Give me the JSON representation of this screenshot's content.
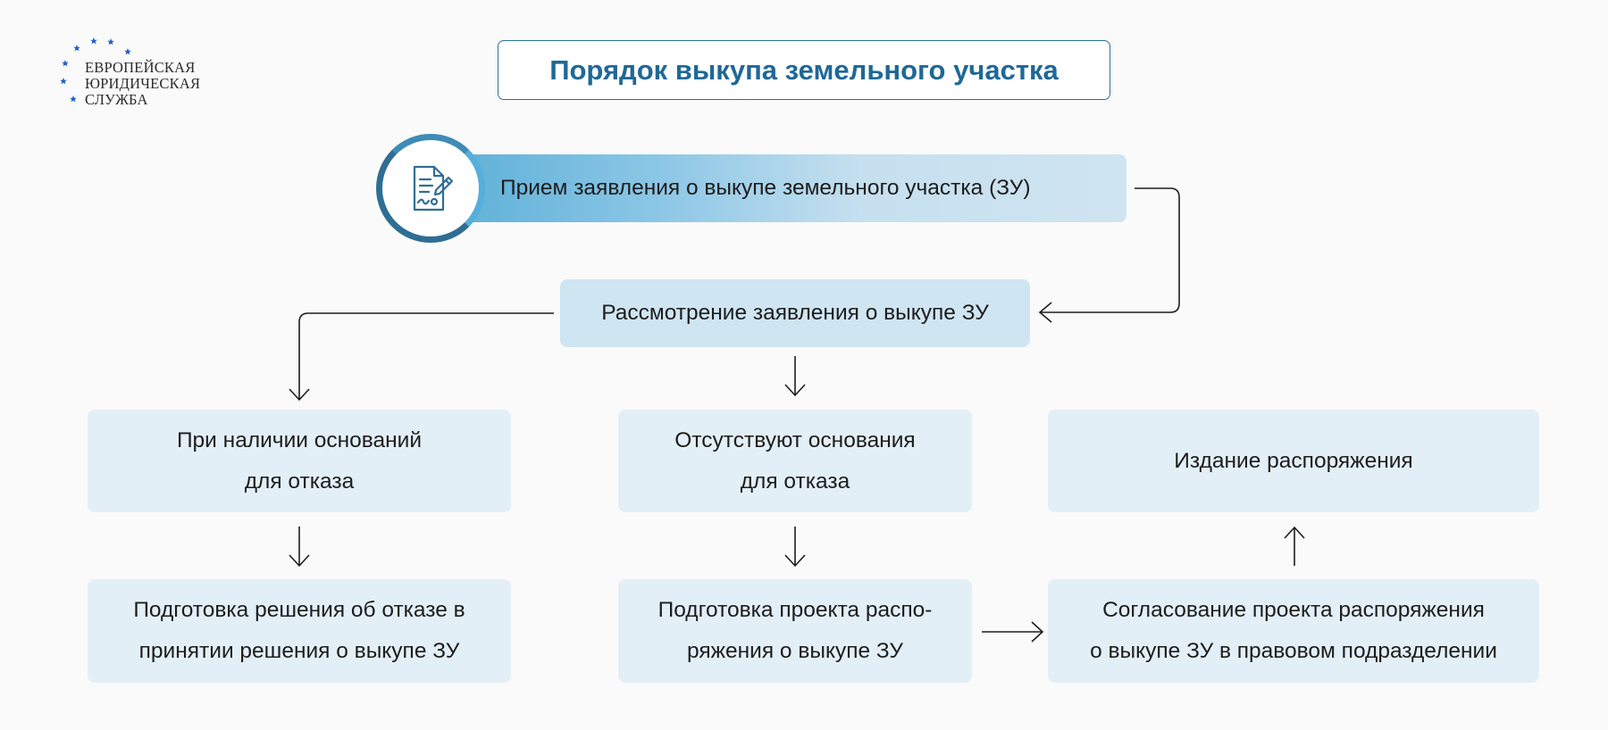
{
  "logo": {
    "lines": [
      "ЕВРОПЕЙСКАЯ",
      "ЮРИДИЧЕСКАЯ",
      "СЛУЖБА"
    ]
  },
  "title": "Порядок выкупа земельного участка",
  "steps": {
    "receive": "Прием заявления о выкупе земельного участка (ЗУ)",
    "review": "Рассмотрение заявления о выкупе ЗУ",
    "grounds_present": [
      "При наличии оснований",
      "для отказа"
    ],
    "grounds_absent": [
      "Отсутствуют основания",
      "для отказа"
    ],
    "issue_order": "Издание распоряжения",
    "prepare_refusal": [
      "Подготовка решения об отказе в",
      "принятии решения о выкупе ЗУ"
    ],
    "prepare_draft": [
      "Подготовка проекта распо-",
      "ряжения о выкупе ЗУ"
    ],
    "approve_draft": [
      "Согласование проекта распоряжения",
      "о выкупе ЗУ в правовом подразделении"
    ]
  },
  "icons": {
    "receive": "document-signature-icon"
  },
  "colors": {
    "title": "#1f6896",
    "box": "#e3eff7",
    "box_highlight": "#cfe5f2",
    "accent": "#2f6e94",
    "gradient_start": "#61b2d9",
    "logo_stars": "#1f5fc8"
  }
}
